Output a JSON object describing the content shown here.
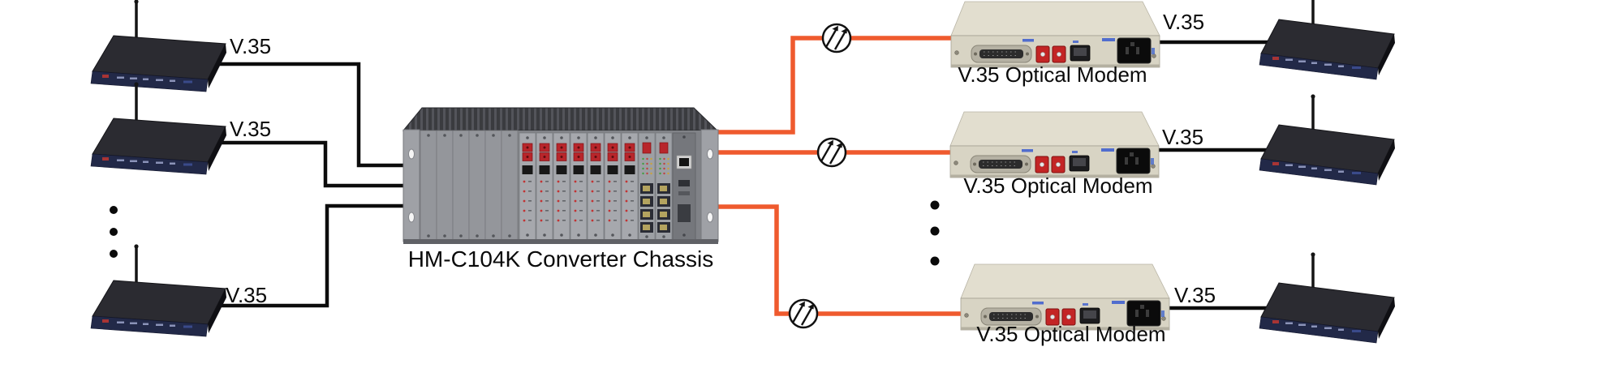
{
  "diagram_title": "V.35 optical modem point-to-multipoint topology",
  "colors": {
    "background": "#ffffff",
    "fiber_cable": "#ef5a2e",
    "copper_cable": "#0c0c0c",
    "chassis_panel": "#8f9196",
    "modem_body": "#d8d4c4",
    "router_top": "#2b2b31",
    "router_front": "#222948",
    "sc_connector_red": "#c32525"
  },
  "chassis": {
    "label": "HM-C104K Converter Chassis"
  },
  "left_routers": [
    {
      "link_label": "V.35"
    },
    {
      "link_label": "V.35"
    },
    {
      "link_label": "V.35"
    }
  ],
  "modems": [
    {
      "label": "V.35 Optical Modem",
      "link_label": "V.35"
    },
    {
      "label": "V.35 Optical Modem",
      "link_label": "V.35"
    },
    {
      "label": "V.35 Optical Modem",
      "link_label": "V.35"
    }
  ]
}
